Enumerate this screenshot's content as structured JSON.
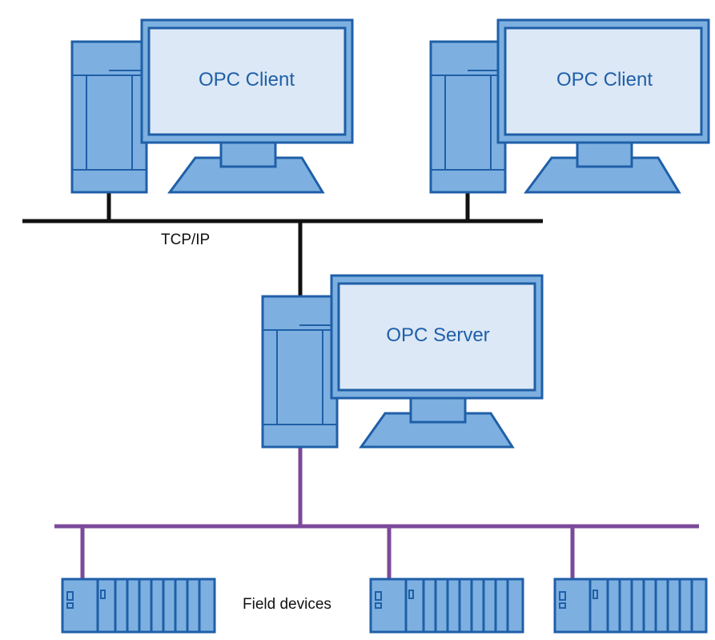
{
  "colors": {
    "device_fill": "#7db0e0",
    "device_outline": "#1f5fa8",
    "screen_fill": "#dce8f6",
    "screen_text": "#1f5fa8",
    "tcp_bus": "#111111",
    "fieldbus": "#7b4a9a"
  },
  "clients": [
    {
      "label": "OPC Client"
    },
    {
      "label": "OPC Client"
    }
  ],
  "server": {
    "label": "OPC Server"
  },
  "network": {
    "tcp_label": "TCP/IP"
  },
  "fieldbus": {
    "label": "Field devices"
  }
}
